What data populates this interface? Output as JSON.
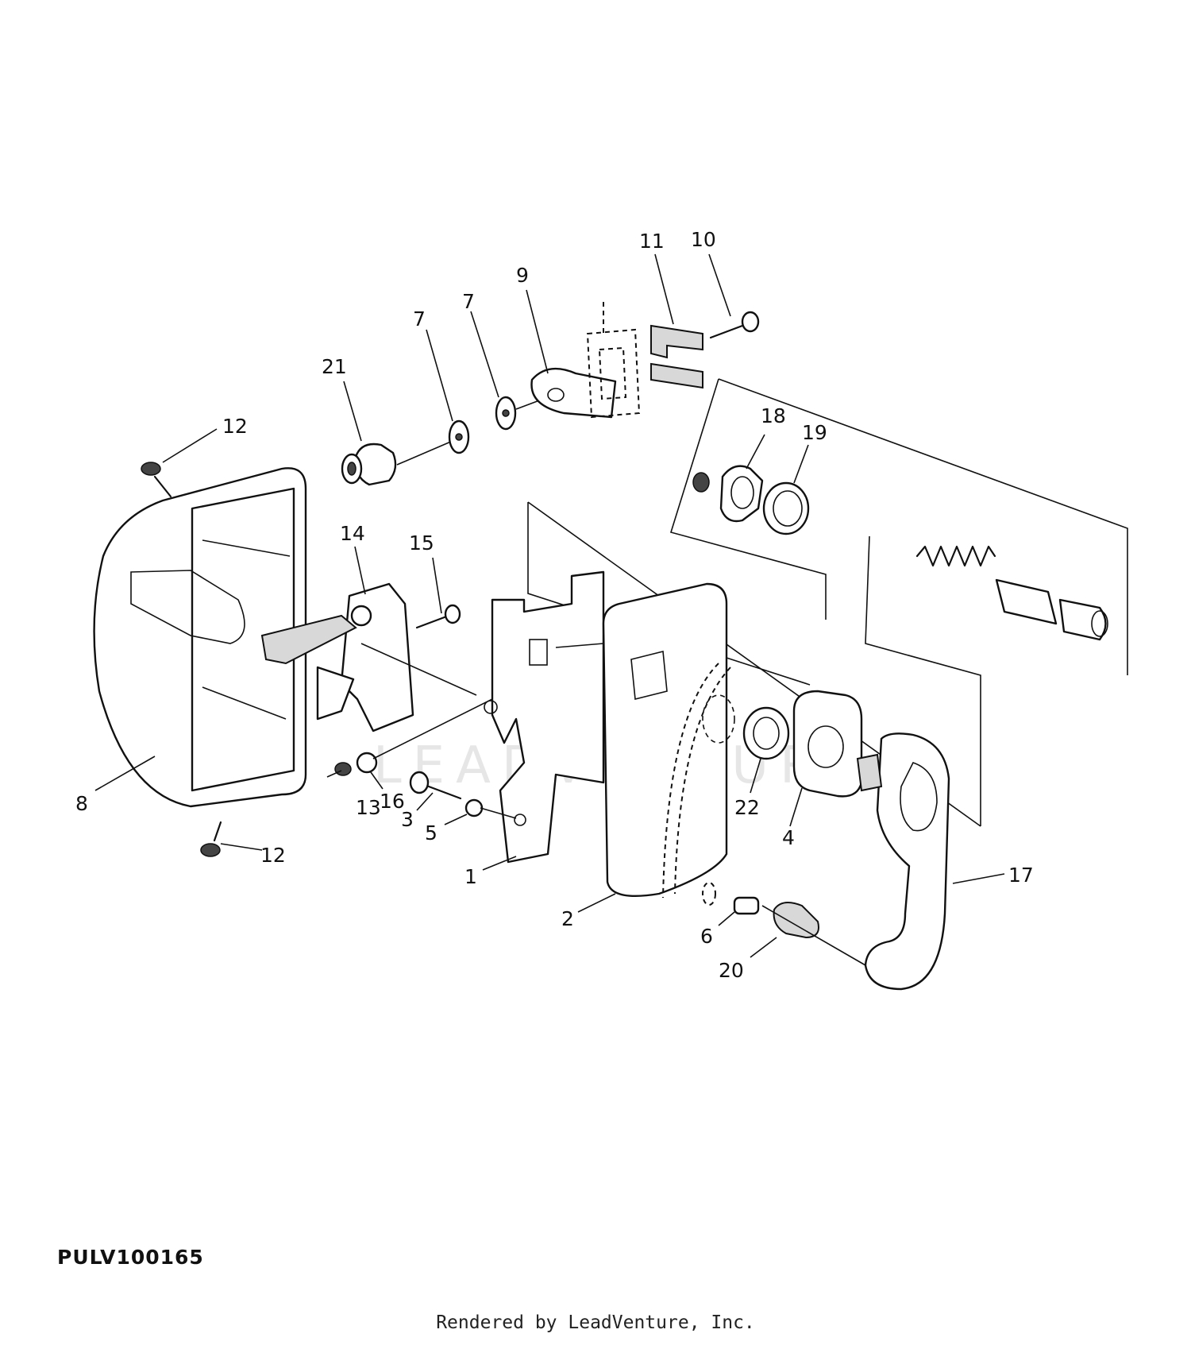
{
  "diagram": {
    "id": "PULV100165",
    "credit": "Rendered by LeadVenture, Inc.",
    "watermark": "LEADVENTURE",
    "callouts": [
      "1",
      "2",
      "3",
      "4",
      "5",
      "6",
      "7",
      "7",
      "8",
      "9",
      "10",
      "11",
      "12",
      "12",
      "13",
      "14",
      "15",
      "16",
      "17",
      "18",
      "19",
      "20",
      "21",
      "22"
    ]
  }
}
